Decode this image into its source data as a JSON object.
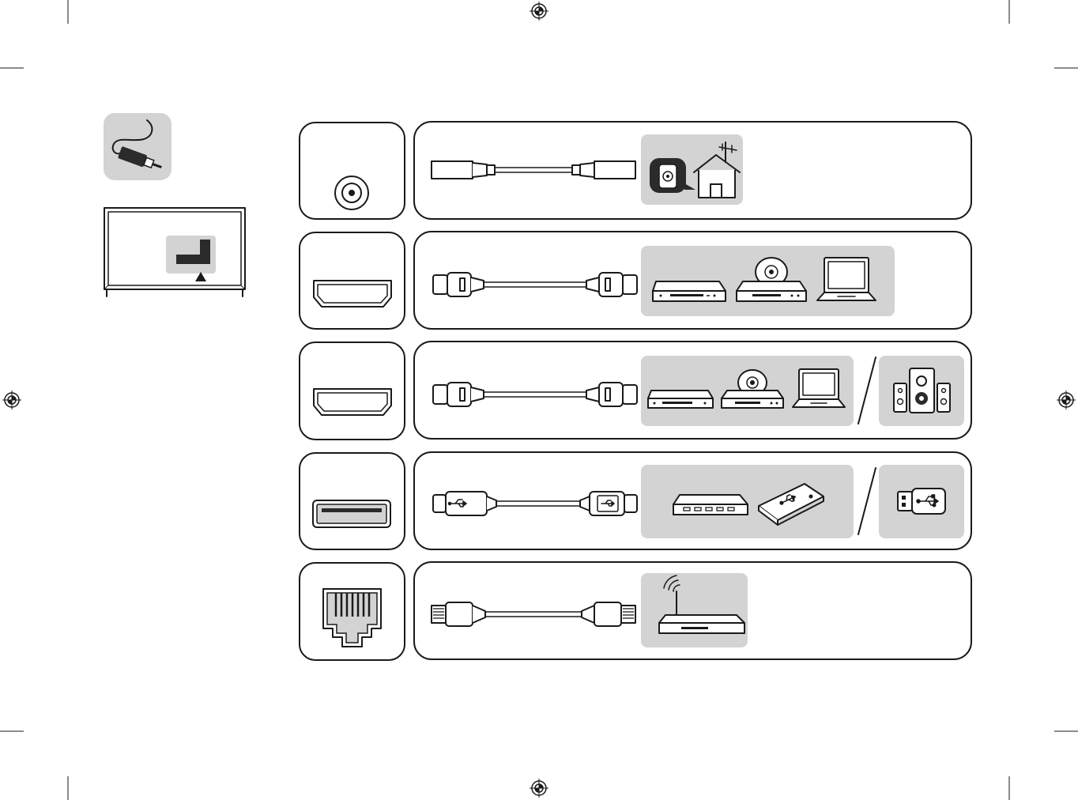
{
  "colors": {
    "outline": "#1a1a1a",
    "panel_gray": "#d3d3d3",
    "dark": "#2b2b2b",
    "background": "#ffffff"
  },
  "header": {
    "cable_icon": "cable-plug-icon",
    "tv_icon": "tv-back-ports-icon"
  },
  "rows": [
    {
      "port": "coaxial-antenna-port",
      "cable": "coaxial-cable",
      "devices": [
        "wall-outlet-icon",
        "house-antenna-icon"
      ]
    },
    {
      "port": "hdmi-port",
      "cable": "hdmi-cable",
      "devices": [
        "set-top-box-icon",
        "dvd-player-icon",
        "laptop-icon"
      ]
    },
    {
      "port": "hdmi-arc-port",
      "cable": "hdmi-cable",
      "devices": [
        "set-top-box-icon",
        "dvd-player-icon",
        "laptop-icon"
      ],
      "alt_devices": [
        "speaker-system-icon"
      ]
    },
    {
      "port": "usb-port",
      "cable": "usb-cable",
      "devices": [
        "hub-icon",
        "usb-hard-drive-icon"
      ],
      "alt_devices": [
        "usb-flash-drive-icon"
      ]
    },
    {
      "port": "lan-port",
      "cable": "lan-cable",
      "devices": [
        "router-icon"
      ]
    }
  ]
}
